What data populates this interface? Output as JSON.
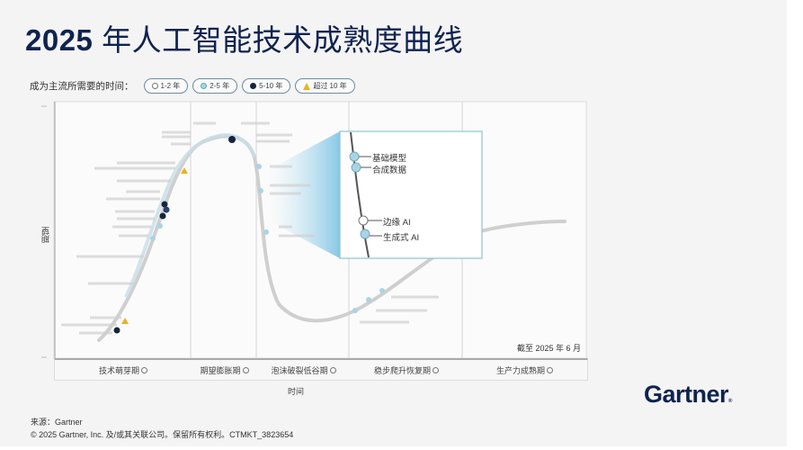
{
  "slide": {
    "title_year": "2025",
    "title_rest": " 年人工智能技术成熟度曲线",
    "legend": {
      "label": "成为主流所需要的时间：",
      "items": [
        {
          "label": "1-2 年",
          "marker": "hollow-circle",
          "color": "#ffffff"
        },
        {
          "label": "2-5 年",
          "marker": "light-blue-circle",
          "color": "#a8d4e6"
        },
        {
          "label": "5-10 年",
          "marker": "dark-circle",
          "color": "#16243e"
        },
        {
          "label": "超过 10 年",
          "marker": "triangle",
          "color": "#e6b422"
        }
      ]
    },
    "as_of": "截至 2025 年 6 月",
    "source": "来源：Gartner",
    "copyright": "© 2025 Gartner, Inc. 及/或其关联公司。保留所有权利。CTMKT_3823654",
    "logo": "Gartner",
    "logo_mark": "®"
  },
  "chart_data": {
    "type": "line",
    "title": "2025 年人工智能技术成熟度曲线",
    "xlabel": "时间",
    "ylabel": "期望",
    "phases": [
      "技术萌芽期",
      "期望膨胀期",
      "泡沫破裂低谷期",
      "稳步爬升恢复期",
      "生产力成熟期"
    ],
    "annotation": "截至 2025 年 6 月",
    "grid": false,
    "legend_position": "top",
    "legend": [
      "1-2 年",
      "2-5 年",
      "5-10 年",
      "超过 10 年"
    ],
    "curve": "hype-cycle (innovation trigger → peak → trough → slope → plateau)",
    "highlighted_inset": {
      "phase": "泡沫破裂低谷期",
      "points": [
        {
          "label": "基础模型",
          "time_to_mainstream": "2-5 年"
        },
        {
          "label": "合成数据",
          "time_to_mainstream": "2-5 年"
        },
        {
          "label": "边缘 AI",
          "time_to_mainstream": "1-2 年"
        },
        {
          "label": "生成式 AI",
          "time_to_mainstream": "2-5 年"
        }
      ]
    },
    "other_points_note": "Remaining technology labels on the curve are blurred and unreadable"
  }
}
